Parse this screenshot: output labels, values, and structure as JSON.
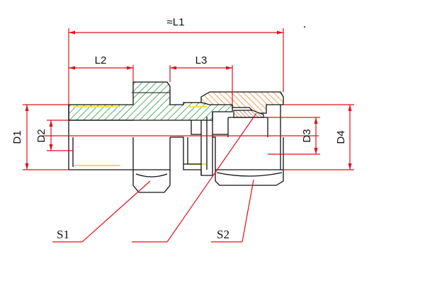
{
  "labels": {
    "l1": "≈L1",
    "l2": "L2",
    "l3": "L3",
    "d1": "D1",
    "d2": "D2",
    "d3": "D3",
    "d4": "D4",
    "s1": "S1",
    "s2": "S2"
  },
  "colors": {
    "dimension_lines": "#e0101a",
    "outline": "#111111",
    "body_hatch": "#2e9a3c",
    "nut_hatch": "#e08a2c",
    "ferrule_hatch": "#c8502a",
    "thread_highlight": "#f2e24a"
  }
}
